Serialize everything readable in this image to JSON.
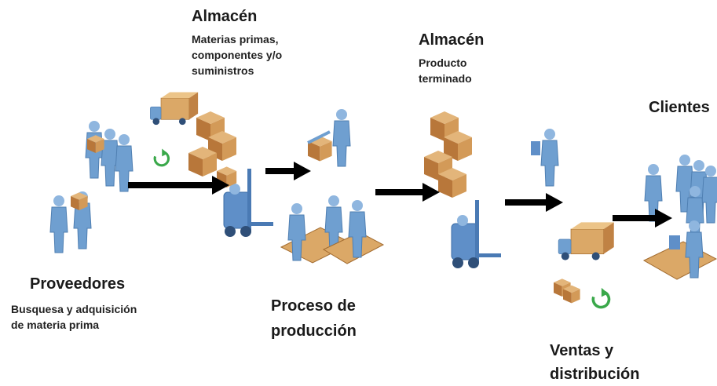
{
  "stages": {
    "suppliers": {
      "title": "Proveedores",
      "subtitle": "Busquesa y adquisición\nde materia prima"
    },
    "raw_warehouse": {
      "title": "Almacén",
      "subtitle": "Materias primas,\ncomponentes y/o\nsuministros"
    },
    "production": {
      "title": "Proceso de\nproducción"
    },
    "finished_warehouse": {
      "title": "Almacén",
      "subtitle": "Producto\n terminado"
    },
    "sales": {
      "title": "Ventas y\ndistribución"
    },
    "clients": {
      "title": "Clientes"
    }
  },
  "colors": {
    "person": "#6f9fd0",
    "box": "#c98e4f",
    "forklift": "#5f8fc8",
    "arrow": "#000000",
    "cycle-arrow": "#3aa84a"
  },
  "icons": [
    "supplier-people-icon",
    "forklift-icon",
    "box-stack-icon",
    "delivery-truck-icon",
    "worker-icon",
    "assembly-table-icon",
    "customer-group-icon",
    "customer-desk-icon"
  ]
}
